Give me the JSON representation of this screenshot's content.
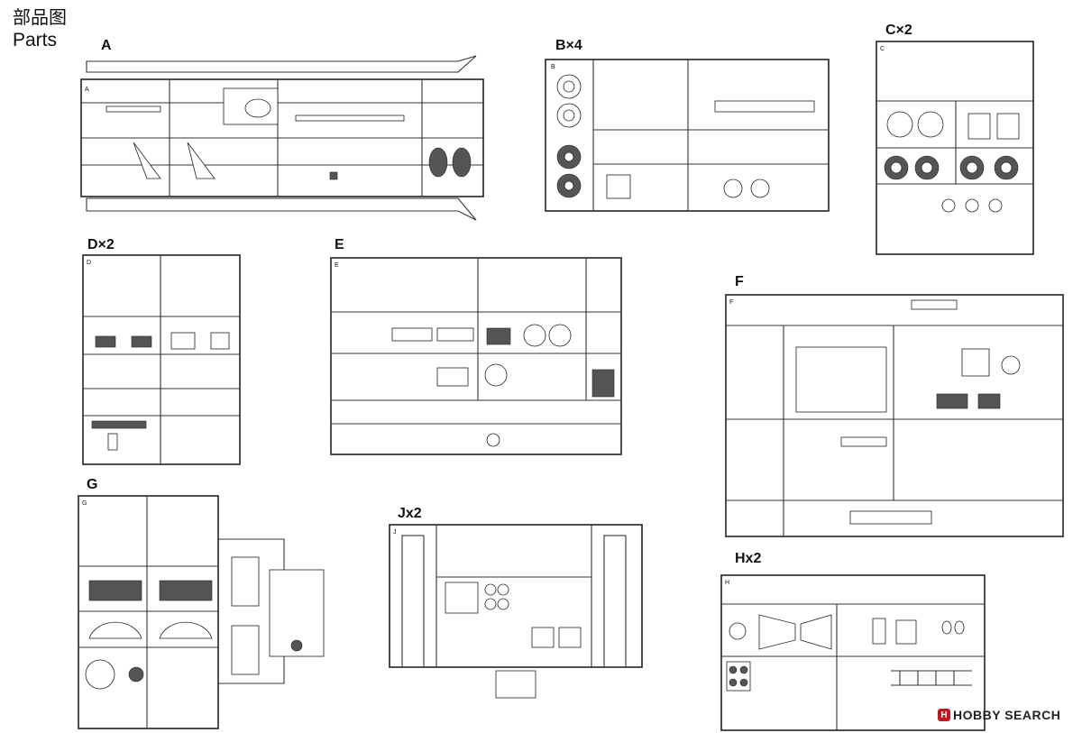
{
  "header": {
    "title_cn": "部品图",
    "title_en": "Parts"
  },
  "sprues": [
    {
      "id": "A",
      "label": "A",
      "tag": "A"
    },
    {
      "id": "B",
      "label": "B×4",
      "tag": "B"
    },
    {
      "id": "C",
      "label": "C×2",
      "tag": "C"
    },
    {
      "id": "D",
      "label": "D×2",
      "tag": "D"
    },
    {
      "id": "E",
      "label": "E",
      "tag": "E"
    },
    {
      "id": "F",
      "label": "F",
      "tag": "F"
    },
    {
      "id": "G",
      "label": "G",
      "tag": "G"
    },
    {
      "id": "J",
      "label": "Jx2",
      "tag": "J"
    },
    {
      "id": "H",
      "label": "Hx2",
      "tag": "H"
    }
  ],
  "watermark": {
    "badge": "H",
    "text": "HOBBY SEARCH",
    "color": "#c8161e"
  }
}
